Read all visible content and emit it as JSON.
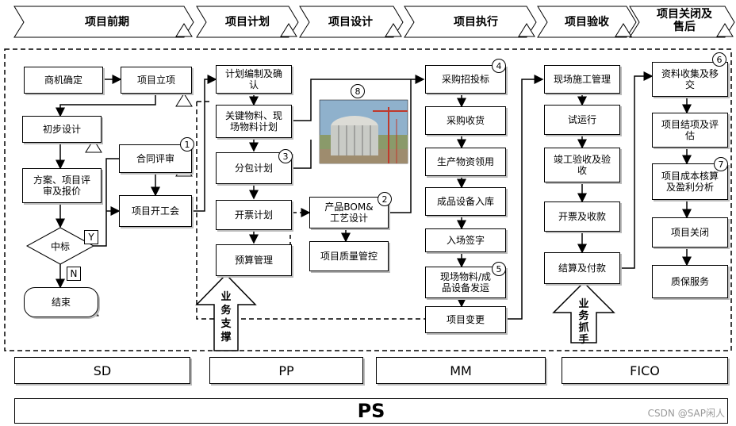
{
  "phases": [
    {
      "id": "pre",
      "label": "项目前期"
    },
    {
      "id": "plan",
      "label": "项目计划"
    },
    {
      "id": "design",
      "label": "项目设计"
    },
    {
      "id": "exec",
      "label": "项目执行"
    },
    {
      "id": "accept",
      "label": "项目验收"
    },
    {
      "id": "close",
      "label": "项目关闭及\n售后"
    }
  ],
  "boxes": {
    "opportunity": "商机确定",
    "project_init": "项目立项",
    "prelim_design": "初步设计",
    "contract_review": "合同评审",
    "proposal": "方案、项目评\n审及报价",
    "project_start": "项目开工会",
    "win_bid": "中标",
    "end": "结束",
    "plan_confirm": "计划编制及确\n认",
    "material_plan": "关键物料、现\n场物料计划",
    "subcontract_plan": "分包计划",
    "invoice_plan": "开票计划",
    "budget_mgmt": "预算管理",
    "bom_design": "产品BOM&\n工艺设计",
    "quality_ctrl": "项目质量管控",
    "procurement": "采购招投标",
    "purchase_receipt": "采购收货",
    "material_issue": "生产物资领用",
    "finished_inbound": "成品设备入库",
    "site_sign": "入场签字",
    "site_shipping": "现场物料/成\n品设备发运",
    "project_change": "项目变更",
    "site_construction": "现场施工管理",
    "trial_run": "试运行",
    "completion_accept": "竣工验收及验\n收",
    "invoice_collect": "开票及收款",
    "settlement": "结算及付款",
    "doc_handover": "资料收集及移\n交",
    "project_closing_eval": "项目结项及评\n估",
    "cost_accounting": "项目成本核算\n及盈利分析",
    "project_close": "项目关闭",
    "warranty": "质保服务"
  },
  "branch_labels": {
    "yes": "Y",
    "no": "N"
  },
  "badges": [
    "1",
    "2",
    "3",
    "4",
    "5",
    "6",
    "7",
    "8"
  ],
  "support_arrows": {
    "business_support": "业\n务\n支\n撑",
    "business_grasp": "业\n务\n抓\n手"
  },
  "modules": [
    "SD",
    "PP",
    "MM",
    "FICO"
  ],
  "platform": "PS",
  "watermark": "CSDN @SAP闲人"
}
